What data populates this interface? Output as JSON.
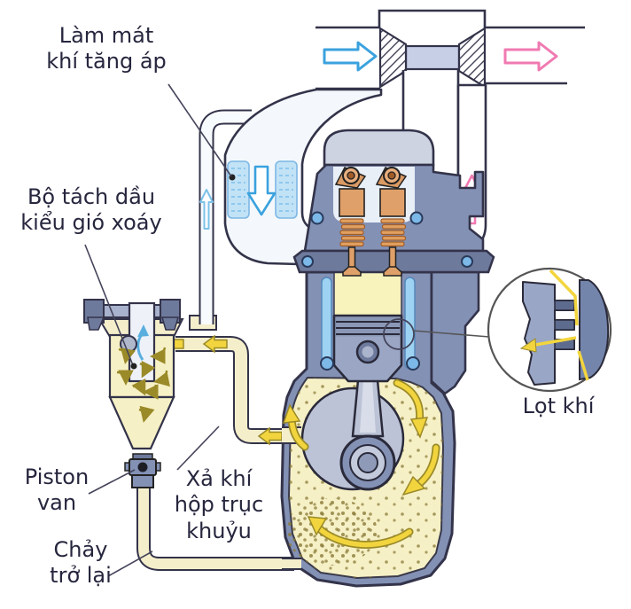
{
  "diagram": {
    "type": "engine-crankcase-ventilation-diagram",
    "labels": {
      "charge_air_cooler": "Làm mát\nkhí tăng áp",
      "oil_separator": "Bộ tách dầu\nkiểu gió xoáy",
      "piston_valve": "Piston\nvan",
      "return_flow": "Chảy\ntrở lại",
      "crankcase_vent": "Xả khí\nhộp trục\nkhuỷu",
      "blow_by": "Lọt khí"
    },
    "flows": [
      {
        "name": "intake-air-arrow",
        "color": "#3aa2de",
        "direction": "right"
      },
      {
        "name": "exhaust-out-arrow",
        "color": "#f07ab2",
        "direction": "right"
      },
      {
        "name": "charge-air-down-arrow",
        "color": "#3aa2de",
        "direction": "down"
      },
      {
        "name": "exhaust-up-arrow",
        "color": "#f07ab2",
        "direction": "up"
      },
      {
        "name": "breather-up-arrow",
        "color": "#8cc8ec",
        "direction": "up"
      },
      {
        "name": "blowby-gas-arrows",
        "color": "#f2d53e",
        "direction": "circulating"
      }
    ],
    "colors": {
      "background": "#ffffff",
      "engine_body": "#8391b5",
      "engine_dark": "#6e7a9c",
      "engine_light": "#bcc3d6",
      "valve_cover": "#cdd3e1",
      "crankcase_interior": "#f6f0c6",
      "cylinder_chamber": "#f8f2bc",
      "coolant": "#9ed2f2",
      "intercooler_core": "#c2e2f6",
      "valve_copper": "#dfa069",
      "valve_copper_light": "#e8ae7c",
      "pipe_cream": "#f4eecb",
      "arrow_yellow": "#f2d53e",
      "arrow_yellow_edge": "#9a8a28",
      "arrow_blue": "#3aa2de",
      "arrow_blue_light": "#7cc2e8",
      "arrow_pink": "#f07ab2",
      "swirl_olive": "#9a8a28",
      "outline": "#33334a",
      "label_text": "#26263e"
    }
  }
}
